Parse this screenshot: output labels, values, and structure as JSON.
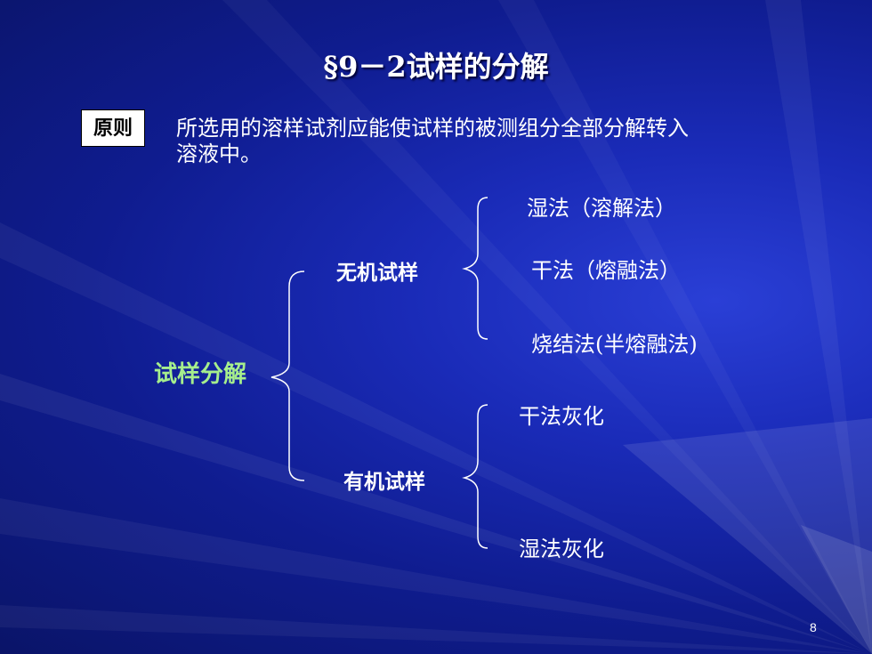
{
  "title": "§9－2试样的分解",
  "principle": {
    "label": "原则",
    "line1": "所选用的溶样试剂应能使试样的被测组分全部分解转入",
    "line2": "溶液中。"
  },
  "tree": {
    "root": "试样分解",
    "inorganic": {
      "label": "无机试样",
      "methods": [
        "湿法（溶解法）",
        "干法（熔融法）",
        "烧结法(半熔融法)"
      ]
    },
    "organic": {
      "label": "有机试样",
      "methods": [
        "干法灰化",
        "湿法灰化"
      ]
    }
  },
  "page_number": "8",
  "colors": {
    "background": "#1a2bb8",
    "root_text": "#a6ee8c",
    "text": "#ffffff"
  }
}
